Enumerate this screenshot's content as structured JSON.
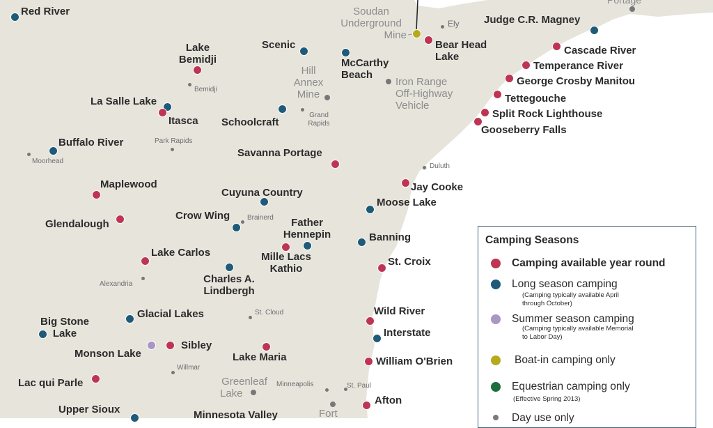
{
  "colors": {
    "year_round": "#be3554",
    "long_season": "#1f5a78",
    "summer_season": "#a996c4",
    "boat_in": "#b7aa1a",
    "equestrian": "#1c6e3c",
    "day_use": "#7a7a7a",
    "land": "#e7e4dc",
    "legend_border": "#3d6275"
  },
  "parks": {
    "red_river": {
      "name": "Red River",
      "type": "long_season"
    },
    "judge_cr_magney": {
      "name": "Judge C.R. Magney",
      "type": "long_season"
    },
    "cascade_river": {
      "name": "Cascade River",
      "type": "year_round"
    },
    "temperance_river": {
      "name": "Temperance River",
      "type": "year_round"
    },
    "george_crosby_manitou": {
      "name": "George Crosby Manitou",
      "type": "year_round"
    },
    "tettegouche": {
      "name": "Tettegouche",
      "type": "year_round"
    },
    "split_rock": {
      "name": "Split Rock Lighthouse",
      "type": "year_round"
    },
    "gooseberry": {
      "name": "Gooseberry Falls",
      "type": "year_round"
    },
    "bear_head_lake": {
      "name_line1": "Bear Head",
      "name_line2": "Lake",
      "type": "year_round"
    },
    "soudan": {
      "name_line1": "Soudan",
      "name_line2": "Underground",
      "name_line3": "Mine",
      "type": "boat_in"
    },
    "lake_bemidji": {
      "name_line1": "Lake",
      "name_line2": "Bemidji",
      "type": "year_round"
    },
    "scenic": {
      "name": "Scenic",
      "type": "long_season"
    },
    "mccarthy_beach": {
      "name_line1": "McCarthy",
      "name_line2": "Beach",
      "type": "long_season"
    },
    "hill_annex": {
      "name_line1": "Hill",
      "name_line2": "Annex",
      "name_line3": "Mine",
      "type": "day_use"
    },
    "iron_range": {
      "name_line1": "Iron Range",
      "name_line2": "Off-Highway",
      "name_line3": "Vehicle",
      "type": "day_use"
    },
    "la_salle_lake": {
      "name": "La Salle Lake",
      "type": "long_season"
    },
    "itasca": {
      "name": "Itasca",
      "type": "year_round"
    },
    "schoolcraft": {
      "name": "Schoolcraft",
      "type": "long_season"
    },
    "buffalo_river": {
      "name": "Buffalo River",
      "type": "long_season"
    },
    "savanna_portage": {
      "name": "Savanna Portage",
      "type": "year_round"
    },
    "maplewood": {
      "name": "Maplewood",
      "type": "year_round"
    },
    "cuyuna_country": {
      "name": "Cuyuna Country",
      "type": "long_season"
    },
    "jay_cooke": {
      "name": "Jay Cooke",
      "type": "year_round"
    },
    "moose_lake": {
      "name": "Moose Lake",
      "type": "long_season"
    },
    "crow_wing": {
      "name": "Crow Wing",
      "type": "long_season"
    },
    "glendalough": {
      "name": "Glendalough",
      "type": "year_round"
    },
    "father_hennepin": {
      "name_line1": "Father",
      "name_line2": "Hennepin",
      "type": "long_season"
    },
    "mille_lacs_kathio": {
      "name_line1": "Mille Lacs",
      "name_line2": "Kathio",
      "type": "year_round"
    },
    "banning": {
      "name": "Banning",
      "type": "long_season"
    },
    "lake_carlos": {
      "name": "Lake Carlos",
      "type": "year_round"
    },
    "charles_lindbergh": {
      "name_line1": "Charles A.",
      "name_line2": "Lindbergh",
      "type": "long_season"
    },
    "st_croix": {
      "name": "St. Croix",
      "type": "year_round"
    },
    "glacial_lakes": {
      "name": "Glacial Lakes",
      "type": "long_season"
    },
    "wild_river": {
      "name": "Wild River",
      "type": "year_round"
    },
    "big_stone_lake": {
      "name_line1": "Big Stone",
      "name_line2": "Lake",
      "type": "long_season"
    },
    "interstate": {
      "name": "Interstate",
      "type": "long_season"
    },
    "monson_lake": {
      "name": "Monson Lake",
      "type": "summer_season"
    },
    "sibley": {
      "name": "Sibley",
      "type": "year_round"
    },
    "lake_maria": {
      "name": "Lake Maria",
      "type": "year_round"
    },
    "william_obrien": {
      "name": "William O'Brien",
      "type": "year_round"
    },
    "greenleaf_lake": {
      "name_line1": "Greenleaf",
      "name_line2": "Lake",
      "type": "day_use"
    },
    "lac_qui_parle": {
      "name": "Lac qui Parle",
      "type": "year_round"
    },
    "afton": {
      "name": "Afton",
      "type": "year_round"
    },
    "upper_sioux": {
      "name": "Upper Sioux",
      "type": "long_season"
    },
    "minnesota_valley": {
      "name": "Minnesota Valley",
      "type": "long_season"
    },
    "fort": {
      "name": "Fort",
      "type": "day_use"
    }
  },
  "towns": {
    "portage": "Portage",
    "ely": "Ely",
    "bemidji": "Bemidji",
    "grand_rapids_1": "Grand",
    "grand_rapids_2": "Rapids",
    "park_rapids": "Park Rapids",
    "moorhead": "Moorhead",
    "duluth": "Duluth",
    "brainerd": "Brainerd",
    "alexandria": "Alexandria",
    "st_cloud": "St. Cloud",
    "willmar": "Willmar",
    "minneapolis": "Minneapolis",
    "st_paul": "St. Paul"
  },
  "legend": {
    "title": "Camping Seasons",
    "items": [
      {
        "label": "Camping available year round",
        "color": "#be3554"
      },
      {
        "label": "Long season camping",
        "sub1": "(Camping typically available April",
        "sub2": "through October)",
        "color": "#1f5a78"
      },
      {
        "label": "Summer season camping",
        "sub1": "(Camping typically available Memorial",
        "sub2": "to Labor Day)",
        "color": "#a996c4"
      },
      {
        "label": "Boat-in camping only",
        "color": "#b7aa1a"
      },
      {
        "label": "Equestrian camping only",
        "sub1": "(Effective Spring 2013)",
        "color": "#1c6e3c"
      },
      {
        "label": "Day use only",
        "color": "#7a7a7a"
      }
    ]
  }
}
